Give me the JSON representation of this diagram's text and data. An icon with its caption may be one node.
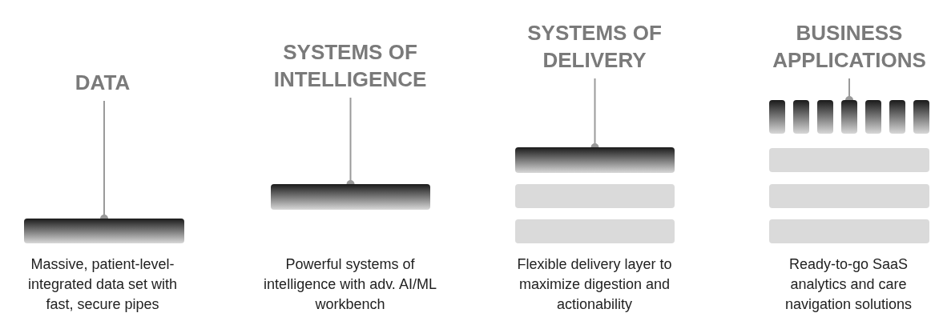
{
  "diagram": {
    "nodes": [
      {
        "text": [
          "DATA"
        ]
      },
      {
        "text": [],
        "shape": "bar"
      },
      {
        "text": [
          "SYSTEMS OF INTELLIGENCE"
        ]
      },
      {
        "text": [],
        "shape": "bar"
      },
      {
        "text": [
          "SYSTEMS OF DELIVERY"
        ]
      },
      {
        "text": [],
        "shape": "bar"
      },
      {
        "text": [],
        "shape": "bar"
      },
      {
        "text": [],
        "shape": "bar"
      },
      {
        "text": [
          "BUSINESS APPLICATIONS"
        ]
      },
      {
        "text": [],
        "shape": "bar"
      },
      {
        "text": [],
        "shape": "bar"
      },
      {
        "text": [],
        "shape": "bar"
      },
      {
        "text": [],
        "shape": "bar"
      },
      {
        "text": [],
        "shape": "bar"
      },
      {
        "text": [],
        "shape": "bar"
      },
      {
        "text": [],
        "shape": "bar"
      },
      {
        "text": [],
        "shape": "bar"
      },
      {
        "text": [],
        "shape": "bar"
      },
      {
        "text": [],
        "shape": "bar"
      }
    ],
    "edges": [
      {
        "from": 0,
        "to": 1,
        "arrow": "other"
      },
      {
        "from": 2,
        "to": 3,
        "arrow": "other"
      },
      {
        "from": 4,
        "to": 5,
        "arrow": "other"
      },
      {
        "from": 8,
        "to": 12,
        "arrow": "other"
      }
    ],
    "labels": [
      "Massive, patient-level-integrated data set with fast, secure pipes",
      "Powerful systems of intelligence with adv. AI/ML workbench",
      "Flexible delivery layer to maximize digestion and actionability",
      "Ready-to-go SaaS analytics and care navigation solutions"
    ]
  }
}
